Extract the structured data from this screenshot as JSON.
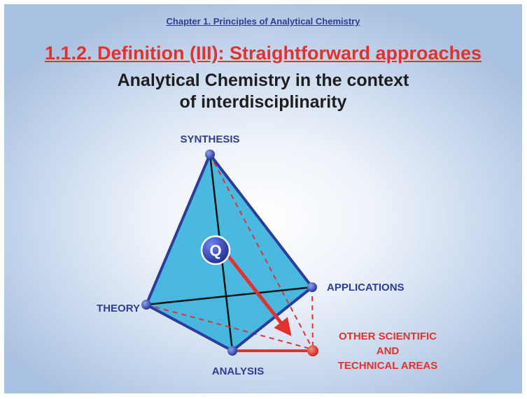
{
  "header": {
    "chapter": "Chapter 1. Principles of Analytical Chemistry",
    "section": "1.1.2. Definition (III): Straightforward approaches",
    "title_line1": "Analytical Chemistry in the context",
    "title_line2": "of interdisciplinarity"
  },
  "diagram": {
    "vertices": {
      "synthesis": "SYNTHESIS",
      "applications": "APPLICATIONS",
      "theory": "THEORY",
      "analysis": "ANALYSIS",
      "other_line1": "OTHER SCIENTIFIC",
      "other_line2": "AND",
      "other_line3": "TECHNICAL AREAS"
    },
    "center_marker": "Q",
    "colors": {
      "face": "#3bb3dd",
      "edge": "#2b3d9c",
      "inner_line": "#111111",
      "label_blue": "#2f3c96",
      "label_red": "#e2312e",
      "arrow": "#e2312e"
    }
  }
}
